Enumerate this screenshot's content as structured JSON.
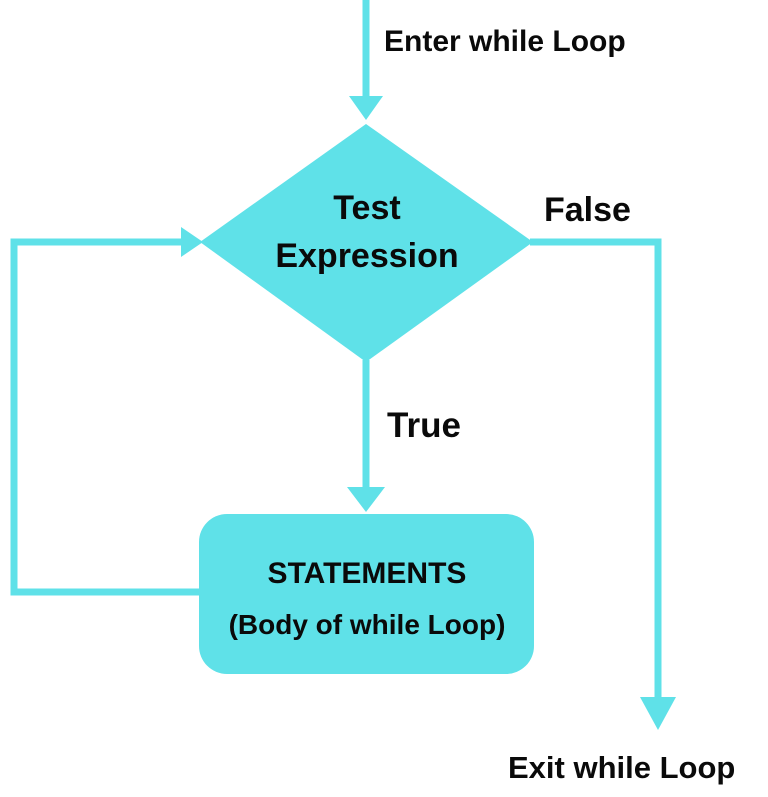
{
  "diagram": {
    "entry_label": "Enter while Loop",
    "decision": {
      "line1": "Test",
      "line2": "Expression"
    },
    "false_label": "False",
    "true_label": "True",
    "body": {
      "title": "STATEMENTS",
      "subtitle": "(Body of while Loop)"
    },
    "exit_label": "Exit while Loop"
  },
  "colors": {
    "shape_fill": "#5fe1e8",
    "connector": "#5fe1e8",
    "text": "#0a0a0a",
    "background": "#ffffff"
  }
}
